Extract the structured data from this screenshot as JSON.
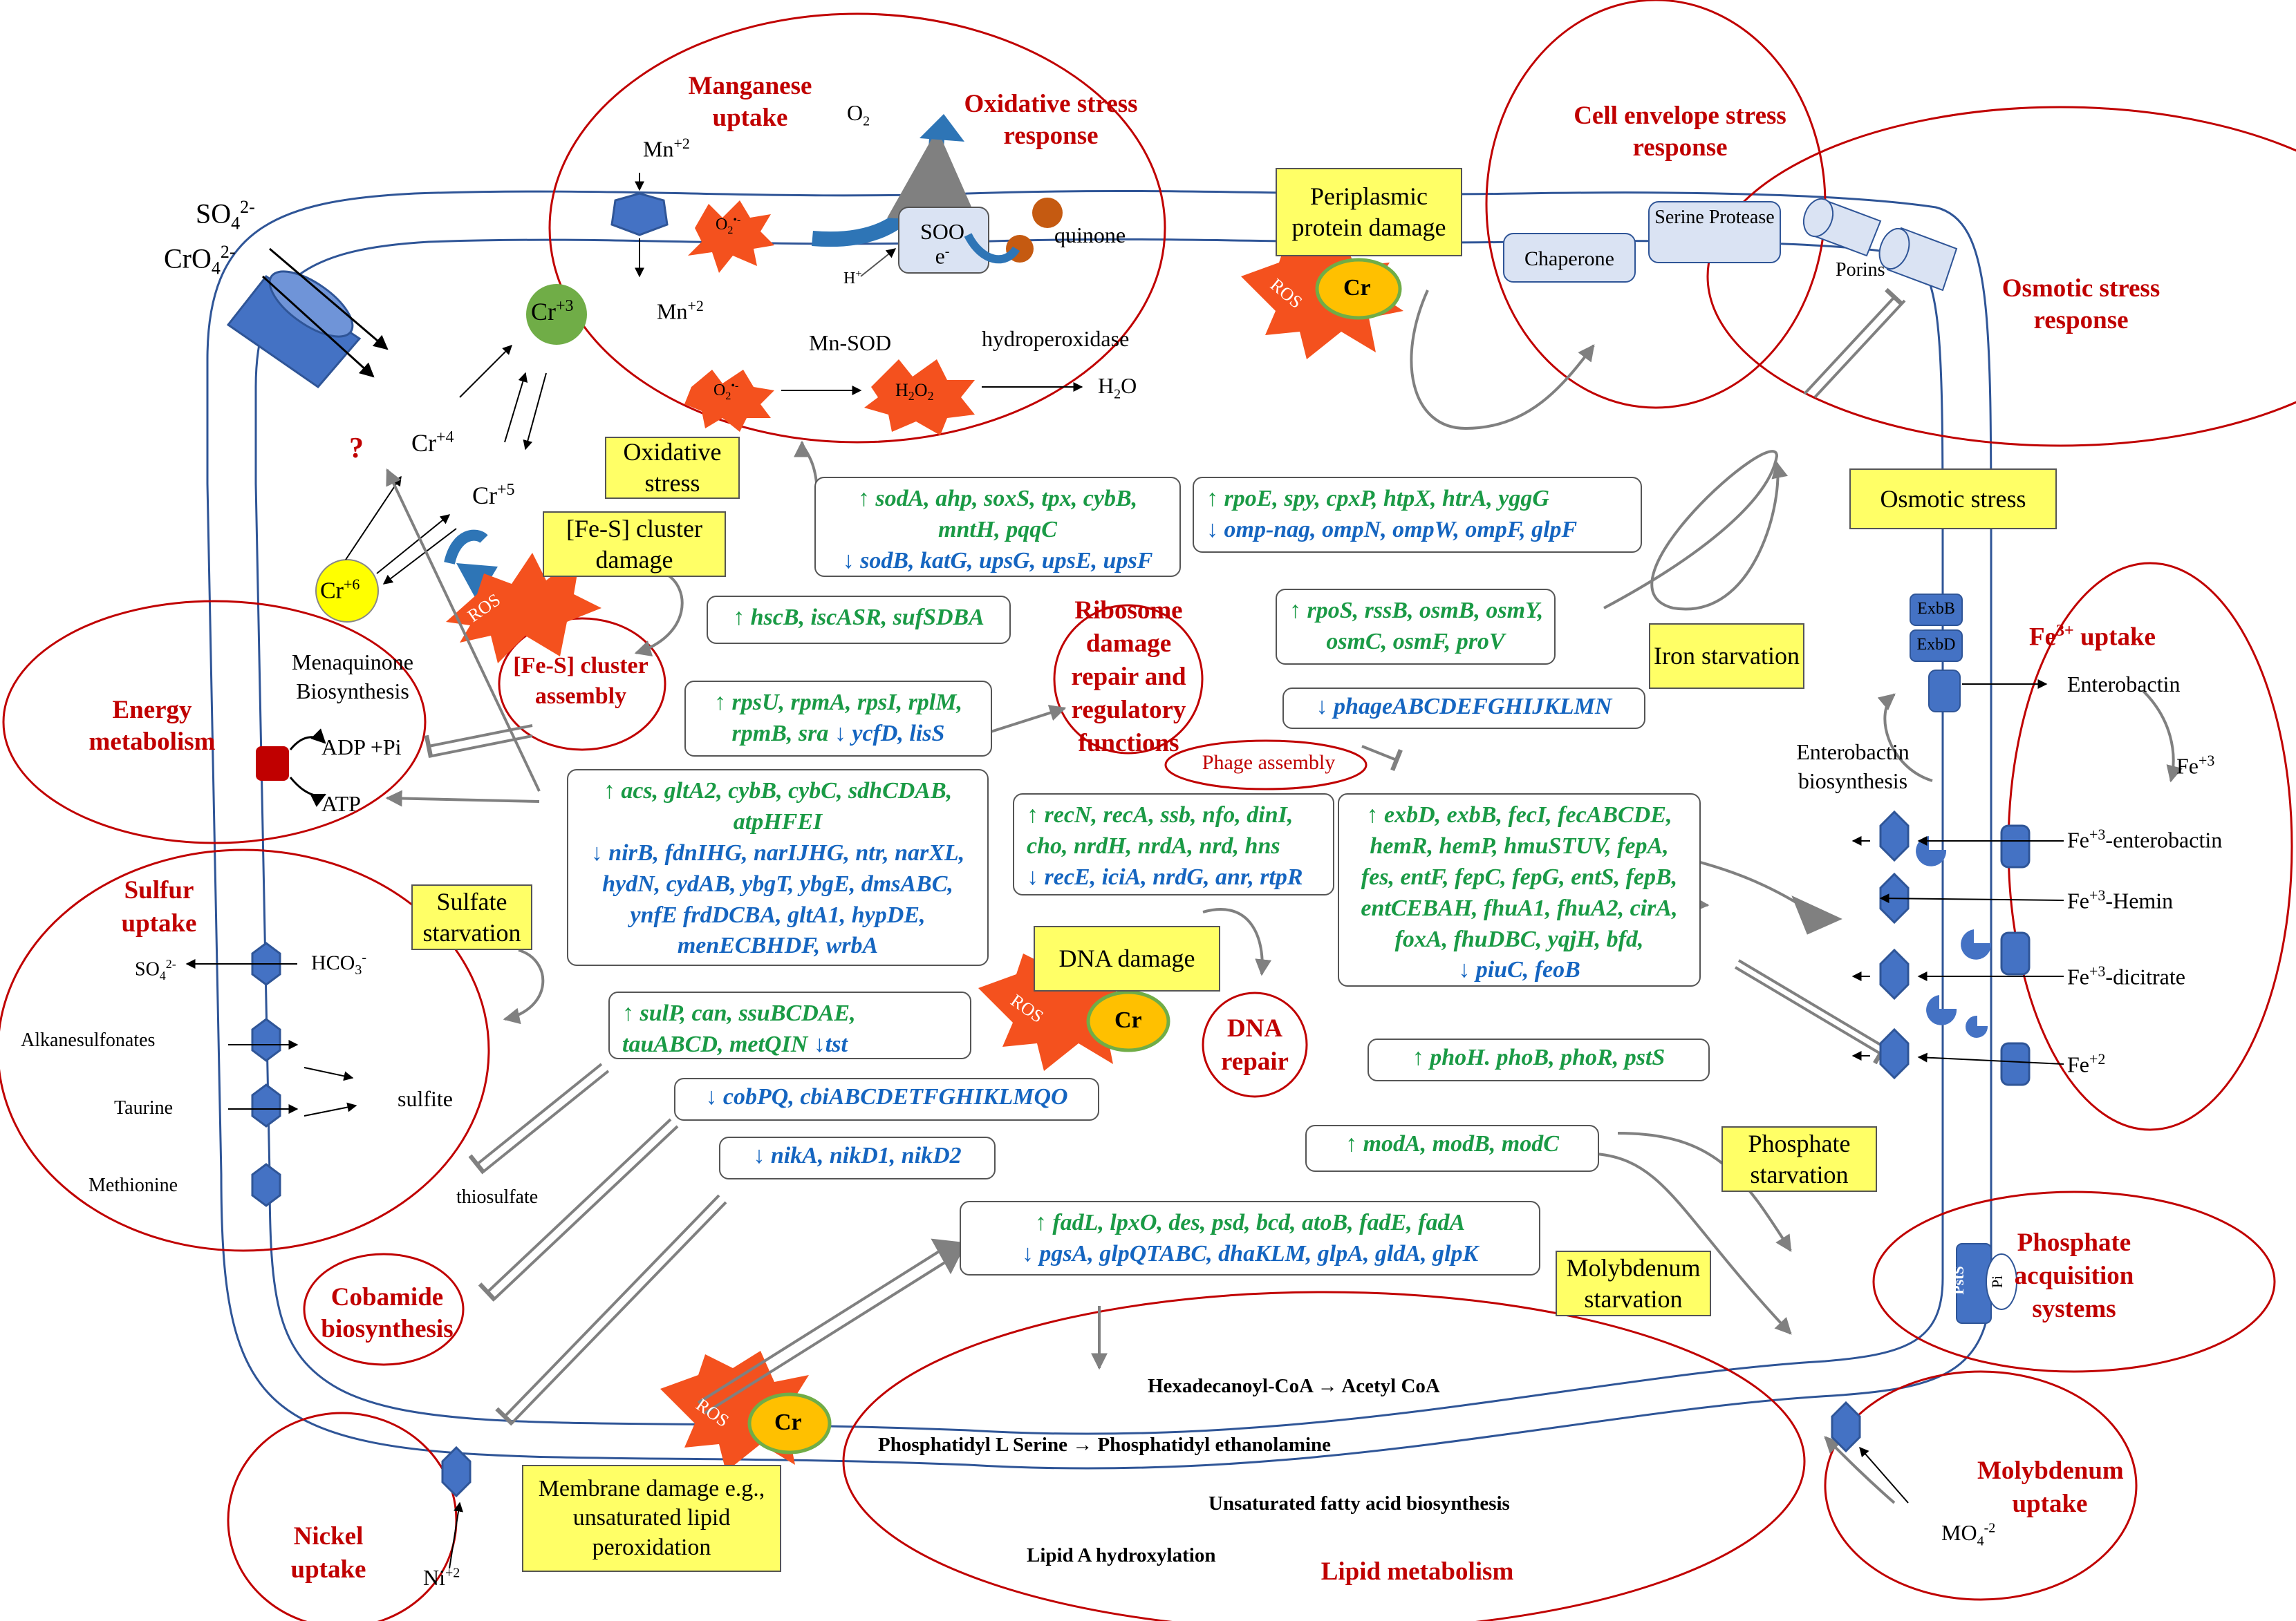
{
  "colors": {
    "membrane": "#2f5597",
    "region": "#c00000",
    "box": "#ffff66",
    "up": "#1a9a45",
    "down": "#1565c0",
    "ros": "#f4511e",
    "cr": "#ffc000",
    "chaperone": "#dae3f3"
  },
  "regions": {
    "manganese": "Manganese uptake",
    "oxidative_response": "Oxidative stress response",
    "cell_envelope": "Cell envelope stress response",
    "osmotic_response": "Osmotic stress response",
    "energy": "Energy metabolism",
    "fes_assembly": "[Fe-S] cluster assembly",
    "ribosome": "Ribosome damage repair and regulatory functions",
    "phage": "Phage assembly",
    "fe3_uptake": "Fe3+ uptake",
    "sulfur": "Sulfur uptake",
    "dna_repair": "DNA repair",
    "cobamide": "Cobamide biosynthesis",
    "phosphate": "Phosphate acquisition systems",
    "molybdenum": "Molybdenum uptake",
    "nickel": "Nickel uptake",
    "lipid": "Lipid metabolism"
  },
  "stress_boxes": {
    "periplasmic": "Periplasmic protein damage",
    "oxidative": "Oxidative stress",
    "fes_damage": "[Fe-S] cluster damage",
    "osmotic": "Osmotic stress",
    "iron": "Iron starvation",
    "sulfate": "Sulfate starvation",
    "dna_damage": "DNA damage",
    "phosphate": "Phosphate starvation",
    "molybdenum": "Molybdenum starvation",
    "membrane": "Membrane damage e.g., unsaturated lipid peroxidation"
  },
  "gene_boxes": {
    "oxidative": [
      "↑ sodA, ahp, soxS, tpx, cybB,",
      "mntH, pqqC",
      "↓ sodB, katG, upsG, upsE, upsF"
    ],
    "envelope": [
      "↑ rpoE, spy, cpxP, htpX, htrA, yggG",
      "↓ omp-nag, ompN, ompW, ompF, glpF"
    ],
    "fes": [
      "↑ hscB, iscASR, sufSDBA"
    ],
    "osmotic": [
      "↑ rpoS, rssB, osmB, osmY,",
      "osmC, osmF, proV"
    ],
    "ribosome": [
      "↑ rpsU, rpmA, rpsI, rplM,",
      "rpmB, sra ↓ ycfD, lisS"
    ],
    "phage": [
      "↓ phageABCDEFGHIJKLMN"
    ],
    "energy": [
      "↑ acs, gltA2, cybB, cybC, sdhCDAB,",
      "atpHFEI",
      "↓ nirB, fdnIHG, narIJHG, ntr, narXL,",
      "hydN, cydAB, ybgT, ybgE, dmsABC,",
      "ynfE frdDCBA, gltA1, hypDE,",
      "menECBHDF, wrbA"
    ],
    "dna": [
      "↑ recN, recA, ssb, nfo, dinI,",
      "cho, nrdH, nrdA, nrd, hns",
      "↓ recE, iciA, nrdG, anr, rtpR"
    ],
    "iron": [
      "↑ exbD, exbB, fecI, fecABCDE,",
      "hemR, hemP, hmuSTUV, fepA,",
      "fes, entF, fepC, fepG, entS, fepB,",
      "entCEBAH, fhuA1, fhuA2, cirA,",
      "foxA, fhuDBC, yqjH, bfd,",
      "↓ piuC, feoB"
    ],
    "sulfur": [
      "↑ sulP, can, ssuBCDAE,",
      "tauABCD, metQIN ↓tst"
    ],
    "cobamide": [
      "↓ cobPQ, cbiABCDETFGHIKLMQO"
    ],
    "nickel": [
      "↓ nikA, nikD1, nikD2"
    ],
    "phosphate": [
      "↑ phoH. phoB, phoR, pstS"
    ],
    "molybdenum": [
      "↑ modA, modB, modC"
    ],
    "lipid": [
      "↑ fadL, lpxO, des, psd, bcd, atoB, fadE, fadA",
      "↓ pgsA, glpQTABC, dhaKLM, glpA, gldA, glpK"
    ]
  },
  "labels": {
    "so4": "SO4 2-",
    "cro4": "CrO4 2-",
    "cr3": "Cr+3",
    "cr4": "Cr+4",
    "cr5": "Cr+5",
    "cr6": "Cr+6",
    "question": "?",
    "mn2_in": "Mn+2",
    "mn2_out": "Mn+2",
    "o2": "O2",
    "o2minus": "O2•-",
    "soo": "SOO e-",
    "quinone": "quinone",
    "hplus": "H+",
    "mnsod": "Mn-SOD",
    "hydroperoxidase": "hydroperoxidase",
    "h2o2": "H2O2",
    "h2o": "H2O",
    "ros": "ROS",
    "cr": "Cr",
    "chaperone": "Chaperone",
    "serine_protease": "Serine Protease",
    "porins": "Porins",
    "menaquinone": "Menaquinone Biosynthesis",
    "adp": "ADP +Pi",
    "atp": "ATP",
    "hco3": "HCO3-",
    "so4_small": "SO4 2-",
    "alkanesulfonates": "Alkanesulfonates",
    "taurine": "Taurine",
    "methionine": "Methionine",
    "sulfite": "sulfite",
    "thiosulfate": "thiosulfate",
    "exbb": "ExbB",
    "exbd": "ExbD",
    "enterobactin": "Enterobactin",
    "enterobactin_bio": "Enterobactin biosynthesis",
    "fe3": "Fe+3",
    "fe3_enterobactin": "Fe+3-enterobactin",
    "fe3_hemin": "Fe+3-Hemin",
    "fe3_dicitrate": "Fe+3-dicitrate",
    "fe2": "Fe+2",
    "psts": "PstS",
    "pi": "Pi",
    "mo4": "MO4 -2",
    "ni2": "Ni+2",
    "hexadecanoyl": "Hexadecanoyl-CoA → Acetyl CoA",
    "phosphatidyl": "Phosphatidyl L Serine → Phosphatidyl ethanolamine",
    "unsaturated": "Unsaturated fatty acid biosynthesis",
    "lipid_a": "Lipid A hydroxylation"
  }
}
